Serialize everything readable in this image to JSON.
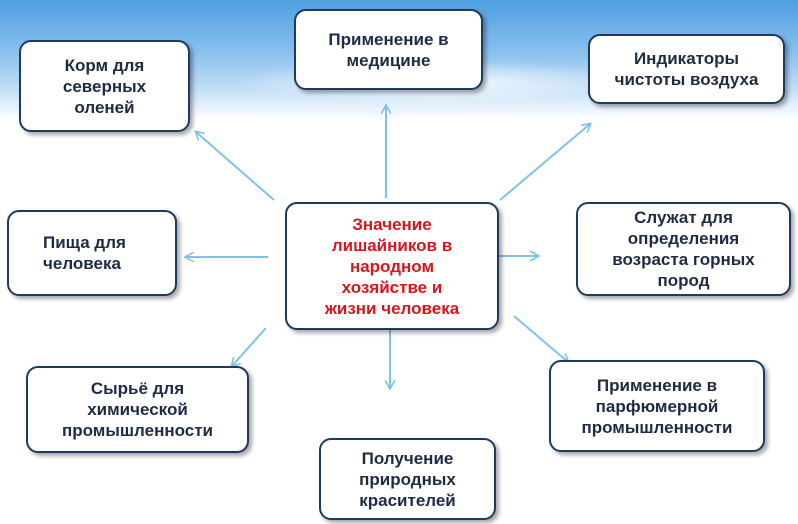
{
  "center": {
    "label": "Значение\nлишайников в\nнародном\nхозяйстве и\nжизни человека"
  },
  "nodes": [
    {
      "id": "medicine",
      "label": "Применение в\nмедицине"
    },
    {
      "id": "deer",
      "label": "Корм для\nсеверных\nоленей"
    },
    {
      "id": "air",
      "label": "Индикаторы\nчистоты воздуха"
    },
    {
      "id": "food",
      "label": "Пища для\nчеловека"
    },
    {
      "id": "rocks",
      "label": "Служат для\nопределения\nвозраста горных\nпород"
    },
    {
      "id": "chemical",
      "label": "Сырьё для\nхимической\nпромышленности"
    },
    {
      "id": "perfume",
      "label": "Применение в\nпарфюмерной\nпромышленности"
    },
    {
      "id": "dyes",
      "label": "Получение\nприродных\nкрасителей"
    }
  ],
  "colors": {
    "arrow": "#7ec3e6",
    "border": "#1f3a5f",
    "center_text": "#d6181e",
    "text": "#1f2a44"
  }
}
